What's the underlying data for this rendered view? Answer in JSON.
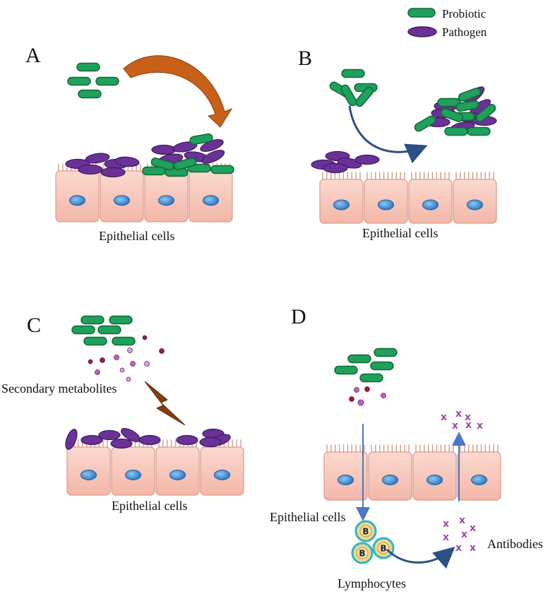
{
  "legend": {
    "items": [
      {
        "label": "Probiotic",
        "shape": "rounded-rod",
        "color": "#1fa05c"
      },
      {
        "label": "Pathogen",
        "shape": "ellipse",
        "color": "#6a3196"
      }
    ]
  },
  "panels": {
    "a": {
      "letter": "A",
      "caption": "Epithelial cells"
    },
    "b": {
      "letter": "B",
      "caption": "Epithelial cells"
    },
    "c": {
      "letter": "C",
      "caption": "Epithelial cells",
      "metabolites_label": "Secondary metabolites"
    },
    "d": {
      "letter": "D",
      "epithelial_label": "Epithelial cells",
      "lymphocytes_label": "Lymphocytes",
      "antibodies_label": "Antibodies",
      "b_cell_letter": "B"
    }
  },
  "colors": {
    "probiotic_fill": "#1fa05c",
    "probiotic_stroke": "#0e6b38",
    "pathogen_fill": "#6a3196",
    "pathogen_stroke": "#3f1a63",
    "cell_fill": "#f8c9bd",
    "cell_stroke": "#d99a8c",
    "nucleus": "#3d8fd8",
    "orange_arrow": "#c8601a",
    "blue_arrow": "#2c4f86",
    "antibody": "#9b4ea6",
    "lymphocyte_fill": "#f2d58c",
    "lymphocyte_ring": "#2fb5c8"
  }
}
